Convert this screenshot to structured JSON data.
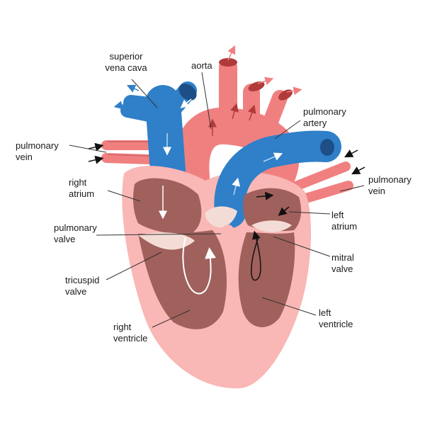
{
  "diagram": {
    "colors": {
      "deoxygenated": "#2f7fc9",
      "oxygenated": "#f08080",
      "heart_wall": "#f9b7b5",
      "chamber": "#a0605c",
      "valve": "#f4dcd6",
      "dark_blue": "#1d4f86",
      "dark_red": "#b13a3a"
    },
    "labels": {
      "superior_vena_cava": "superior\nvena cava",
      "aorta": "aorta",
      "pulmonary_artery": "pulmonary\nartery",
      "pulmonary_vein_left": "pulmonary\nvein",
      "pulmonary_vein_right": "pulmonary\nvein",
      "right_atrium": "right\natrium",
      "left_atrium": "left\natrium",
      "pulmonary_valve": "pulmonary\nvalve",
      "mitral_valve": "mitral\nvalve",
      "tricuspid_valve": "tricuspid\nvalve",
      "left_ventricle": "left\nventricle",
      "right_ventricle": "right\nventricle"
    }
  }
}
